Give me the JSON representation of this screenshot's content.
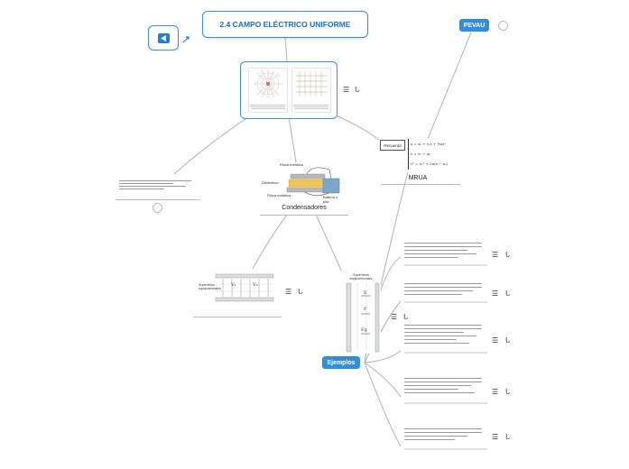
{
  "title": "2.4 CAMPO ELÉCTRICO UNIFORME",
  "pevau_tag": "PEVAU",
  "pevau_count": "",
  "mrua_label": "MRUA",
  "condensadores_label": "Condensadores",
  "ejemplos_label": "Ejemplos",
  "collapsed_count": "",
  "mrua_image": {
    "box_title": "Recuerda",
    "eq1": "x = x₀ + v₀t + ½at²",
    "eq2": "v = v₀ + at",
    "eq3": "v² = v₀² + 2a(x − x₀)"
  },
  "cond_image": {
    "top_label": "Placa metálica",
    "left_label": "Dieléctrico",
    "bottom_label": "Placa metálica",
    "right_label": "Batería o pila"
  },
  "uniform_field_image": {
    "label": "Superficies equipotenciales",
    "v1": "V₁",
    "v2": "V₂"
  },
  "ejemplos_image": {
    "top": "Superficies equipotenciales",
    "e": "E",
    "f": "F",
    "fq": "Fq"
  },
  "icons": {
    "menu": "menu-icon",
    "link": "link-icon",
    "back": "back-icon"
  },
  "colors": {
    "accent": "#2f8ee0",
    "title": "#1f6fb8",
    "connector": "#a8a8a8"
  }
}
